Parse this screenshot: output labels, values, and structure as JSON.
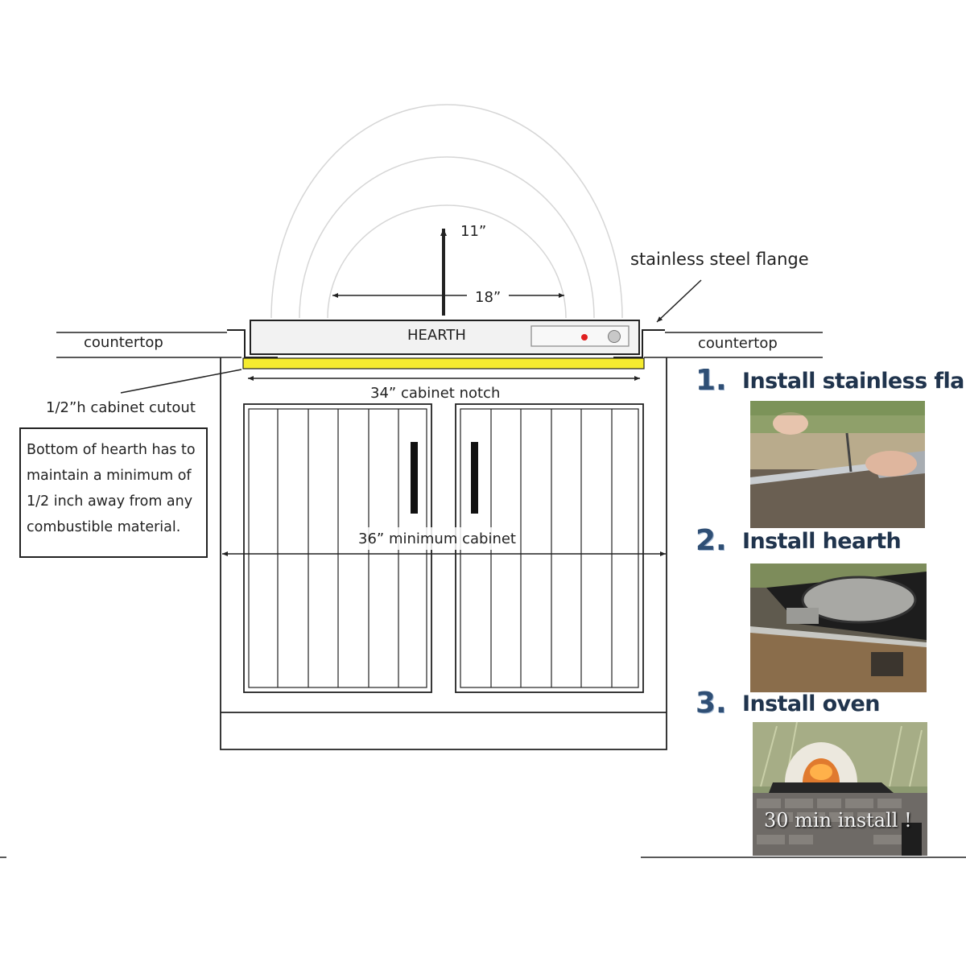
{
  "diagram": {
    "dimensions": {
      "height": "11”",
      "opening_width": "18”",
      "cabinet_notch": "34”  cabinet notch",
      "min_cabinet": "36” minimum cabinet"
    },
    "labels": {
      "hearth": "HEARTH",
      "flange": "stainless steel flange",
      "countertop_left": "countertop",
      "countertop_right": "countertop",
      "cutout": "1/2”h cabinet cutout"
    },
    "note": "Bottom of hearth has to maintain a minimum of 1/2 inch away from any combustible material.",
    "colors": {
      "cutout_strip": "#f5eb2f",
      "line": "#222222",
      "dome": "#d9d9d9",
      "indicator_light": "#e02020"
    }
  },
  "steps": [
    {
      "number": "1.",
      "text": "Install stainless flange"
    },
    {
      "number": "2.",
      "text": "Install hearth"
    },
    {
      "number": "3.",
      "text": "Install oven"
    }
  ],
  "photo_caption": "30 min install !"
}
